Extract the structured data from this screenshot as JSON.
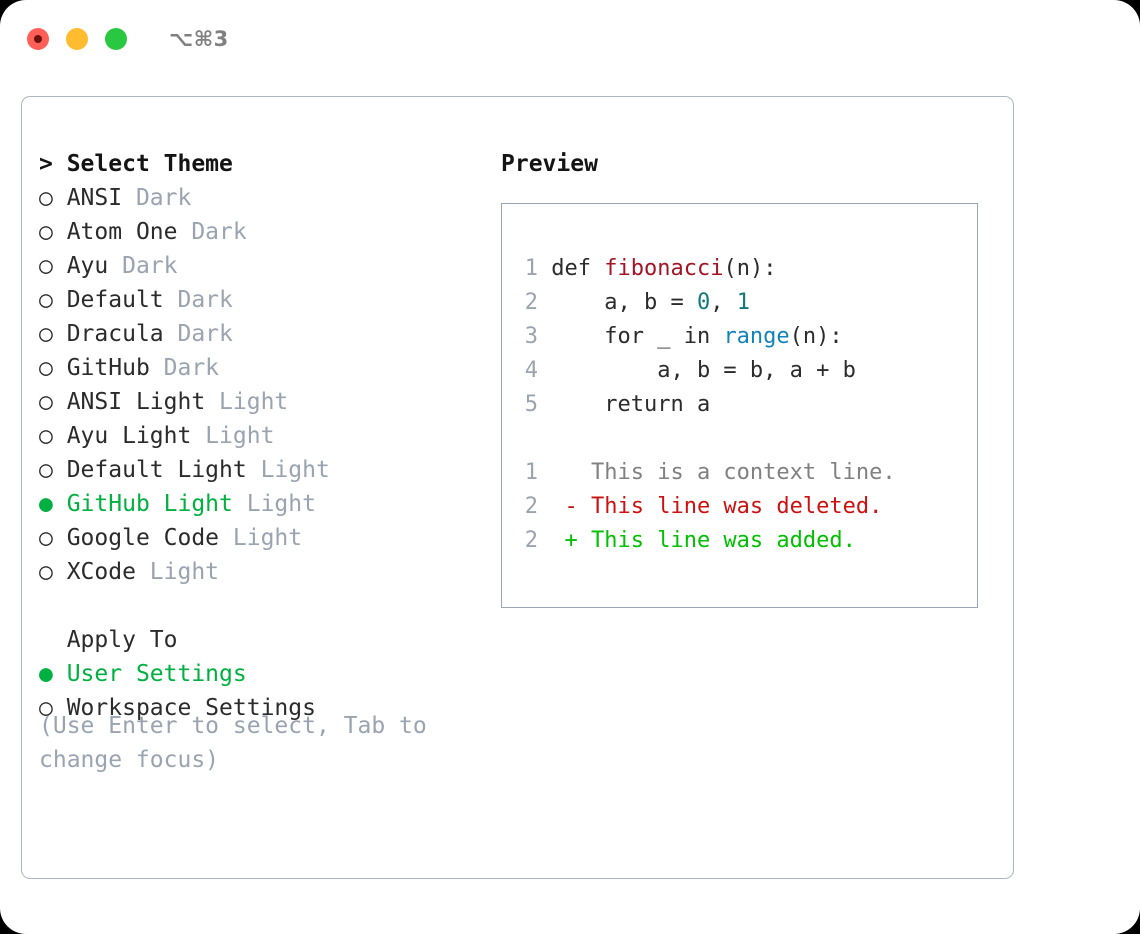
{
  "titlebar": {
    "shortcut": "⌥⌘3",
    "lights": [
      {
        "name": "close",
        "color": "#ff5f57"
      },
      {
        "name": "minimize",
        "color": "#febc2e"
      },
      {
        "name": "maximize",
        "color": "#28c840"
      }
    ]
  },
  "theme_list": {
    "heading_prefix": "> ",
    "heading": "Select Theme",
    "marker_selected": "● ",
    "marker_unselected": "○ ",
    "items": [
      {
        "name": "ANSI",
        "variant": "Dark",
        "selected": false
      },
      {
        "name": "Atom One",
        "variant": "Dark",
        "selected": false
      },
      {
        "name": "Ayu",
        "variant": "Dark",
        "selected": false
      },
      {
        "name": "Default",
        "variant": "Dark",
        "selected": false
      },
      {
        "name": "Dracula",
        "variant": "Dark",
        "selected": false
      },
      {
        "name": "GitHub",
        "variant": "Dark",
        "selected": false
      },
      {
        "name": "ANSI Light",
        "variant": "Light",
        "selected": false
      },
      {
        "name": "Ayu Light",
        "variant": "Light",
        "selected": false
      },
      {
        "name": "Default Light",
        "variant": "Light",
        "selected": false
      },
      {
        "name": "GitHub Light",
        "variant": "Light",
        "selected": true
      },
      {
        "name": "Google Code",
        "variant": "Light",
        "selected": false
      },
      {
        "name": "XCode",
        "variant": "Light",
        "selected": false
      }
    ]
  },
  "apply_to": {
    "heading": "  Apply To",
    "options": [
      {
        "name": "User Settings",
        "selected": true
      },
      {
        "name": "Workspace Settings",
        "selected": false
      }
    ]
  },
  "help": {
    "line1": "(Use Enter to select, Tab to",
    "line2": "change focus)"
  },
  "preview": {
    "title": "Preview",
    "code_lines": [
      {
        "num": "1",
        "tokens": [
          {
            "t": "def ",
            "c": "kw"
          },
          {
            "t": "fibonacci",
            "c": "fn"
          },
          {
            "t": "(n):",
            "c": "kw"
          }
        ]
      },
      {
        "num": "2",
        "tokens": [
          {
            "t": "    a, b = ",
            "c": "kw"
          },
          {
            "t": "0",
            "c": "num"
          },
          {
            "t": ", ",
            "c": "kw"
          },
          {
            "t": "1",
            "c": "num"
          }
        ]
      },
      {
        "num": "3",
        "tokens": [
          {
            "t": "    for _ in ",
            "c": "kw"
          },
          {
            "t": "range",
            "c": "call"
          },
          {
            "t": "(n):",
            "c": "kw"
          }
        ]
      },
      {
        "num": "4",
        "tokens": [
          {
            "t": "        a, b = b, a + b",
            "c": "kw"
          }
        ]
      },
      {
        "num": "5",
        "tokens": [
          {
            "t": "    return a",
            "c": "kw"
          }
        ]
      }
    ],
    "diff_lines": [
      {
        "num": "1",
        "sign": "  ",
        "text": "This is a context line.",
        "kind": "diff-ctx"
      },
      {
        "num": "2",
        "sign": "- ",
        "text": "This line was deleted.",
        "kind": "diff-del"
      },
      {
        "num": "2",
        "sign": "+ ",
        "text": "This line was added.",
        "kind": "diff-add"
      }
    ]
  },
  "colors": {
    "accent_green": "#00b040",
    "muted": "#9aa3b0",
    "function_red": "#a31525",
    "number_teal": "#0f7b7b",
    "call_blue": "#1184bb",
    "diff_delete": "#cc1111",
    "diff_add": "#00c000",
    "border": "#aeb6c2"
  }
}
